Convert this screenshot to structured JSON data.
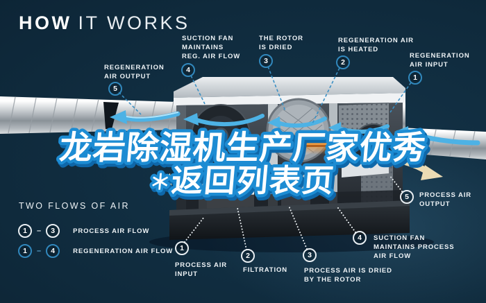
{
  "title": {
    "word_bold": "HOW",
    "word_light": "IT WORKS"
  },
  "overlay": {
    "line1": "龙岩除湿机生产厂家优秀",
    "line2_prefix": "＊",
    "line2": "返回列表页"
  },
  "callouts": {
    "regeneration": [
      {
        "num": "5",
        "label": "REGENERATION\nAIR OUTPUT"
      },
      {
        "num": "4",
        "label": "SUCTION FAN\nMAINTAINS\nREG. AIR FLOW"
      },
      {
        "num": "3",
        "label": "THE ROTOR\nIS DRIED"
      },
      {
        "num": "2",
        "label": "REGENERATION AIR\nIS HEATED"
      },
      {
        "num": "1",
        "label": "REGENERATION\nAIR INPUT"
      }
    ],
    "process": [
      {
        "num": "1",
        "label": "PROCESS AIR\nINPUT"
      },
      {
        "num": "2",
        "label": "FILTRATION"
      },
      {
        "num": "3",
        "label": "PROCESS AIR IS DRIED\nBY THE ROTOR"
      },
      {
        "num": "4",
        "label": "SUCTION FAN\nMAINTAINS PROCESS\nAIR FLOW"
      },
      {
        "num": "5",
        "label": "PROCESS AIR\nOUTPUT"
      }
    ]
  },
  "legend": {
    "heading": "TWO FLOWS OF AIR",
    "rows": [
      {
        "from": "1",
        "dash": "–",
        "to": "3",
        "label": "PROCESS AIR FLOW",
        "style": "white"
      },
      {
        "from": "1",
        "dash": "–",
        "to": "4",
        "label": "REGENERATION AIR FLOW",
        "style": "blue"
      }
    ]
  },
  "colors": {
    "background_dark": "#0b2030",
    "background_mid": "#143449",
    "accent_blue": "#3188bd",
    "flow_blue": "#4db2e5",
    "flow_cream": "#ecdcb4",
    "heater_orange": "#ef9a3f",
    "overlay_stroke_blue": "#1d8cd3",
    "text_white": "#eef3f6"
  }
}
